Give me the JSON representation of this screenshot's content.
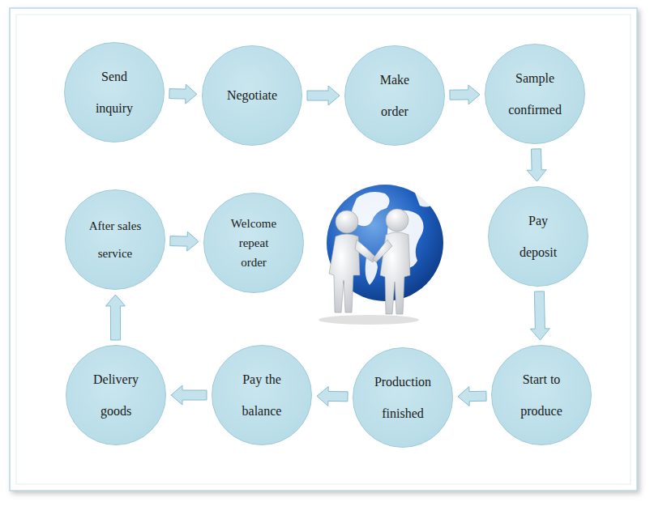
{
  "diagram": {
    "nodes": [
      {
        "text": [
          "Send inquiry"
        ]
      },
      {
        "text": [
          "Negotiate"
        ]
      },
      {
        "text": [
          "Make order"
        ]
      },
      {
        "text": [
          "Sample confirmed"
        ]
      },
      {
        "text": [
          "Pay deposit"
        ]
      },
      {
        "text": [
          "Start to produce"
        ]
      },
      {
        "text": [
          "Production finished"
        ]
      },
      {
        "text": [
          "Pay the balance"
        ]
      },
      {
        "text": [
          "Delivery goods"
        ]
      },
      {
        "text": [
          "After sales service"
        ]
      },
      {
        "text": [
          "Welcome repeat order"
        ]
      }
    ],
    "edges": [
      {
        "from": 0,
        "to": 1,
        "arrow": "to"
      },
      {
        "from": 1,
        "to": 2,
        "arrow": "to"
      },
      {
        "from": 2,
        "to": 3,
        "arrow": "to"
      },
      {
        "from": 3,
        "to": 4,
        "arrow": "to"
      },
      {
        "from": 4,
        "to": 5,
        "arrow": "to"
      },
      {
        "from": 5,
        "to": 6,
        "arrow": "to"
      },
      {
        "from": 6,
        "to": 7,
        "arrow": "to"
      },
      {
        "from": 7,
        "to": 8,
        "arrow": "to"
      },
      {
        "from": 8,
        "to": 9,
        "arrow": "to"
      },
      {
        "from": 9,
        "to": 10,
        "arrow": "to"
      }
    ]
  }
}
